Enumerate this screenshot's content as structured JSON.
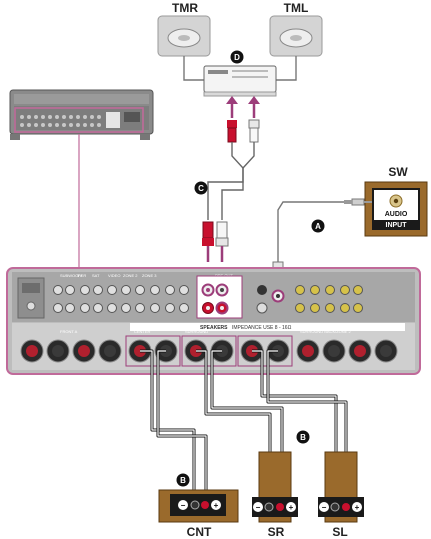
{
  "labels": {
    "speaker_front_right": "TMR",
    "speaker_front_left": "TML",
    "subwoofer_title": "SW",
    "subwoofer_jack_line1": "AUDIO",
    "subwoofer_jack_line2": "INPUT",
    "speaker_center": "CNT",
    "speaker_surround_right": "SR",
    "speaker_surround_left": "SL"
  },
  "badges": {
    "amplifier_cable": "D",
    "stereo_rca_cable": "C",
    "subwoofer_cable": "A",
    "speaker_cable_surround": "B",
    "speaker_cable_center": "B"
  },
  "polarity": {
    "minus": "−",
    "plus": "+"
  },
  "receiver_panel": {
    "inputs": [
      "SUBWOOFER",
      "TV",
      "SAT",
      "VIDEO",
      "ZONE 2",
      "ZONE 3"
    ],
    "preout": "PRE OUT",
    "speakers_header": "SPEAKERS",
    "impedance": "IMPEDANCE USE 8 - 16Ω",
    "front": "FRONT A",
    "center": "CENTER",
    "surround": "SURROUND",
    "surround_back": "SURROUND BACK/ZONE 2",
    "front_b": "FRONT B / BI-AMP / FRONT HIGH"
  },
  "colors": {
    "receiver_outline": "#c06a9a",
    "signal_cable": "#9c3d7a",
    "speaker_wood": "#9a6a2c",
    "badge_fill": "#111111",
    "rca_red": "#c8102e"
  }
}
